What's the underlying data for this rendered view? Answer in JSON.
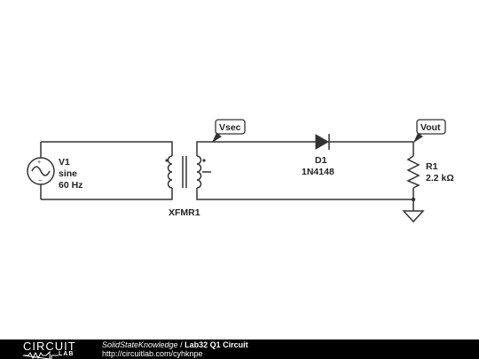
{
  "circuit": {
    "source": {
      "name": "V1",
      "type": "sine",
      "freq": "60 Hz"
    },
    "transformer": {
      "name": "XFMR1"
    },
    "diode": {
      "name": "D1",
      "part": "1N4148"
    },
    "resistor": {
      "name": "R1",
      "value": "2.2 kΩ"
    },
    "probes": {
      "vsec": "Vsec",
      "vout": "Vout"
    }
  },
  "footer": {
    "logo_top": "CIRCUIT",
    "logo_bottom": "LAB",
    "author": "SolidStateKnowledge",
    "separator": " / ",
    "title": "Lab32 Q1 Circuit",
    "url": "http://circuitlab.com/cyhknpe"
  },
  "colors": {
    "wire": "#333333",
    "footer_bg": "#000000",
    "probe_fill": "#ffffff"
  }
}
